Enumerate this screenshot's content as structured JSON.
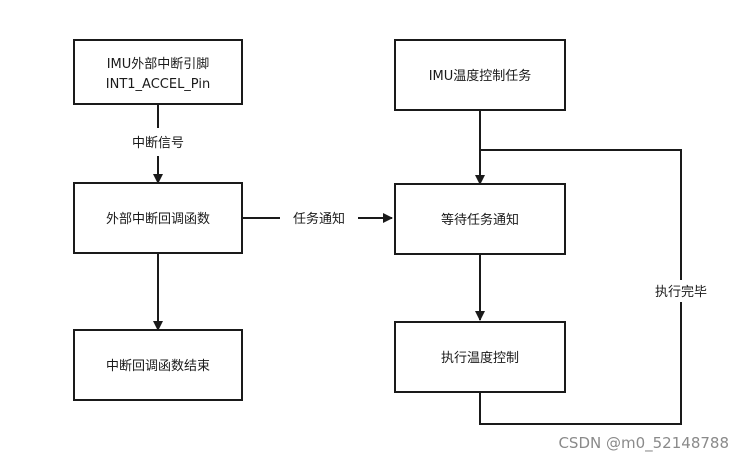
{
  "nodes": {
    "imu_pin_line1": "IMU外部中断引脚",
    "imu_pin_line2": "INT1_ACCEL_Pin",
    "callback": "外部中断回调函数",
    "callback_end": "中断回调函数结束",
    "temp_task": "IMU温度控制任务",
    "wait_notify": "等待任务通知",
    "exec_temp": "执行温度控制"
  },
  "edges": {
    "interrupt_signal": "中断信号",
    "task_notify": "任务通知",
    "done": "执行完毕"
  },
  "watermark": "CSDN @m0_52148788",
  "colors": {
    "stroke": "#1a1a1a",
    "fill": "#ffffff",
    "watermark": "#8a8a8a"
  }
}
